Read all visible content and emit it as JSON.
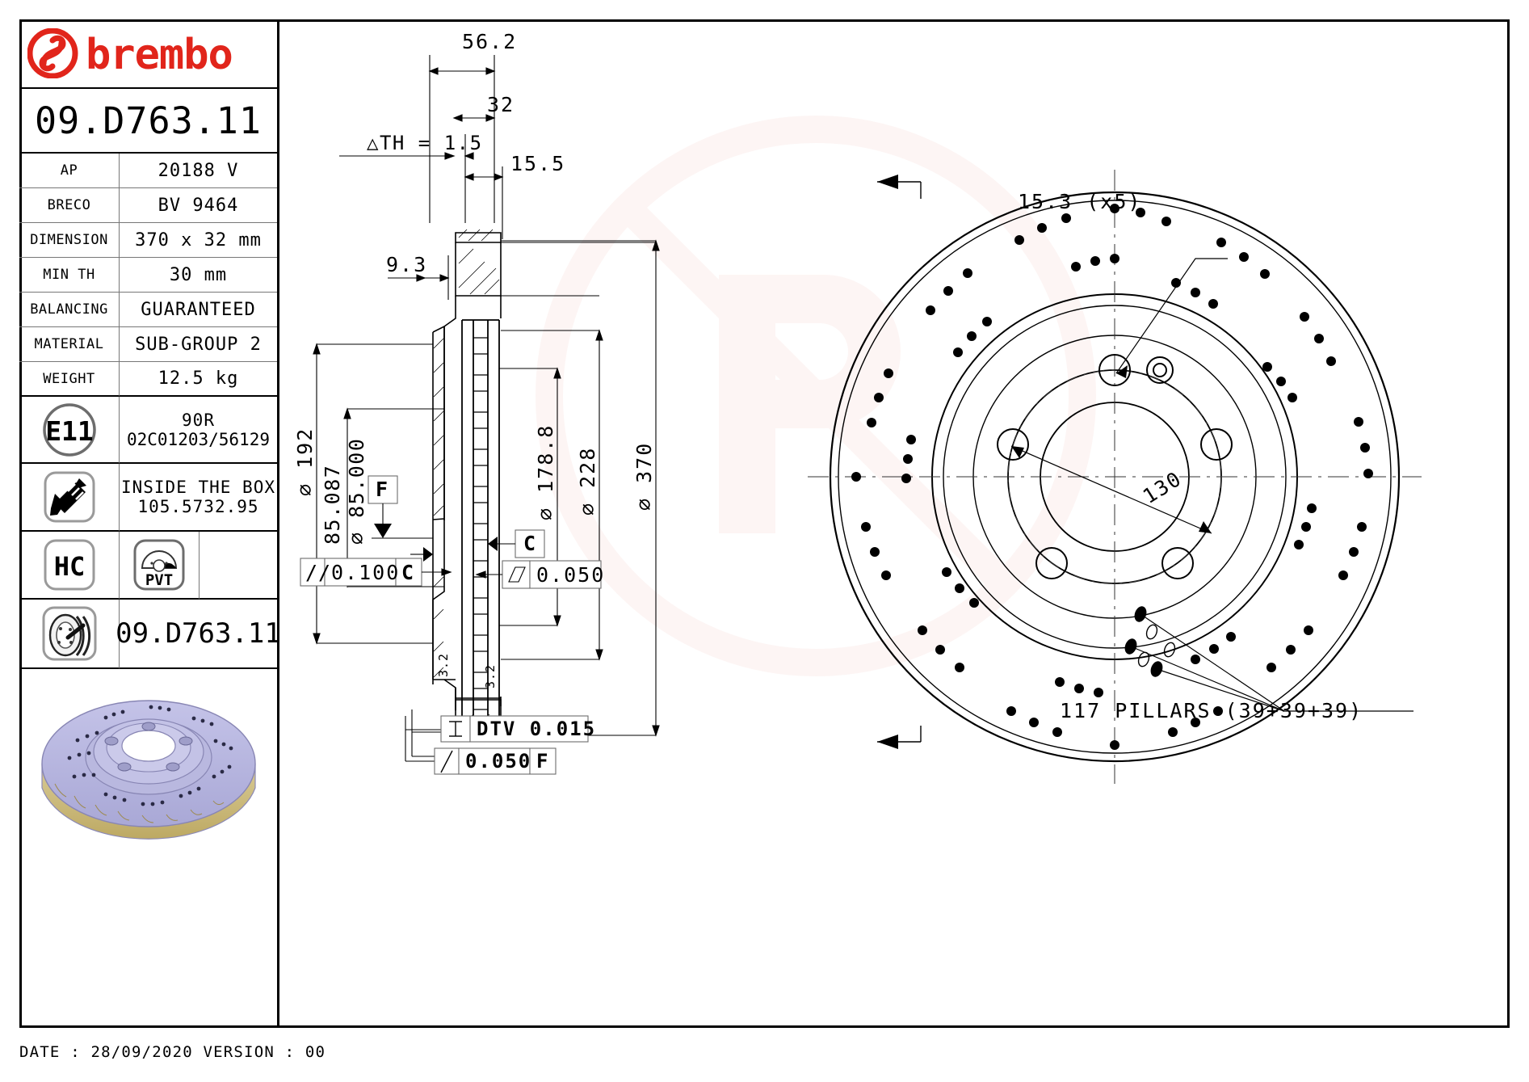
{
  "sheet": {
    "brand": "brembo",
    "part_number": "09.D763.11",
    "part_number_bottom": "09.D763.11",
    "date_line": "DATE : 28/09/2020 VERSION : 00"
  },
  "spec_table": {
    "rows": [
      {
        "label": "AP",
        "value": "20188 V"
      },
      {
        "label": "BRECO",
        "value": "BV 9464"
      },
      {
        "label": "DIMENSION",
        "value": "370 x 32 mm"
      },
      {
        "label": "MIN TH",
        "value": "30 mm"
      },
      {
        "label": "BALANCING",
        "value": "GUARANTEED"
      },
      {
        "label": "MATERIAL",
        "value": "SUB-GROUP 2"
      },
      {
        "label": "WEIGHT",
        "value": "12.5 kg"
      }
    ],
    "homologation": {
      "icon": "E11",
      "line1": "90R",
      "line2": "02C01203/56129"
    },
    "screws": {
      "icon": "screw-icon",
      "line1": "INSIDE THE BOX",
      "line2": "105.5732.95"
    },
    "badges": {
      "hc": "HC",
      "pvt": "PVT"
    },
    "disc_row": {
      "icon": "brake-disc-icon",
      "value": "09.D763.11"
    }
  },
  "section_view": {
    "dim_562": "56.2",
    "dim_32": "32",
    "dim_th": "TH = 1.5",
    "dim_155": "15.5",
    "dim_93": "9.3",
    "dim_192": "192",
    "dim_85087": "85.087",
    "dim_85000": "85.000",
    "dim_1788": "178.8",
    "dim_228": "228",
    "dim_370": "370",
    "datum_f": "F",
    "datum_c": "C",
    "fcf_parallel": {
      "symbol": "//",
      "tol": "0.100",
      "datum": "C"
    },
    "fcf_flatness": {
      "symbol": "flatness",
      "tol": "0.050"
    },
    "fcf_dtv": {
      "symbol": "total-runout",
      "tol": "DTV 0.015"
    },
    "fcf_runout": {
      "symbol": "/",
      "tol": "0.050",
      "datum": "F"
    },
    "chamfer_left": "3.2",
    "chamfer_right": "3.2"
  },
  "face_view": {
    "hole_callout": "15.3 (x5)",
    "pcd": "130",
    "pillars": "117 PILLARS (39+39+39)"
  },
  "colors": {
    "brand_red": "#e1251b",
    "line": "#000000",
    "thin_line": "#777777",
    "disc_body": "#b8b7e0",
    "disc_edge": "#c9b97d"
  }
}
